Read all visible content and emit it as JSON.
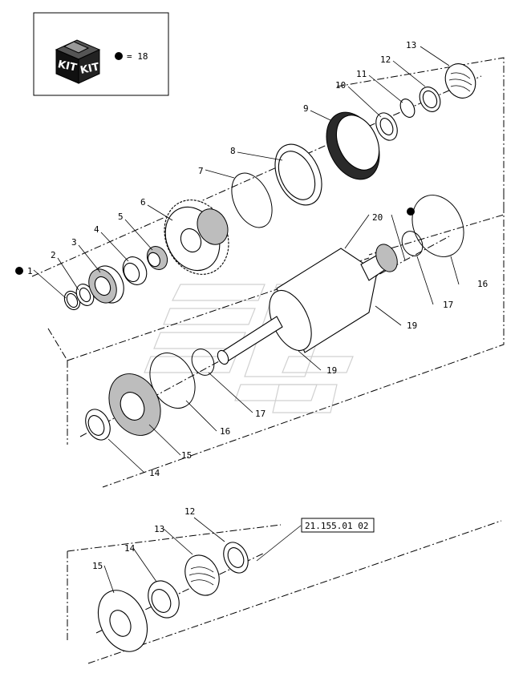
{
  "legend": {
    "kit_text_1": "KIT",
    "kit_text_2": "KIT",
    "equals_text": "= 18"
  },
  "reference": {
    "label": "21.155.01 02"
  },
  "callouts": [
    {
      "id": "c1",
      "text": "1"
    },
    {
      "id": "c2",
      "text": "2"
    },
    {
      "id": "c3",
      "text": "3"
    },
    {
      "id": "c4",
      "text": "4"
    },
    {
      "id": "c5",
      "text": "5"
    },
    {
      "id": "c6",
      "text": "6"
    },
    {
      "id": "c7",
      "text": "7"
    },
    {
      "id": "c8",
      "text": "8"
    },
    {
      "id": "c9",
      "text": "9"
    },
    {
      "id": "c10",
      "text": "10"
    },
    {
      "id": "c11",
      "text": "11"
    },
    {
      "id": "c12",
      "text": "12"
    },
    {
      "id": "c13",
      "text": "13"
    },
    {
      "id": "c20",
      "text": "20"
    },
    {
      "id": "c16a",
      "text": "16"
    },
    {
      "id": "c17a",
      "text": "17"
    },
    {
      "id": "c19a",
      "text": "19"
    },
    {
      "id": "c19b",
      "text": "19"
    },
    {
      "id": "c17b",
      "text": "17"
    },
    {
      "id": "c16b",
      "text": "16"
    },
    {
      "id": "c15a",
      "text": "15"
    },
    {
      "id": "c14a",
      "text": "14"
    },
    {
      "id": "c12b",
      "text": "12"
    },
    {
      "id": "c13b",
      "text": "13"
    },
    {
      "id": "c14b",
      "text": "14"
    },
    {
      "id": "c15b",
      "text": "15"
    }
  ]
}
